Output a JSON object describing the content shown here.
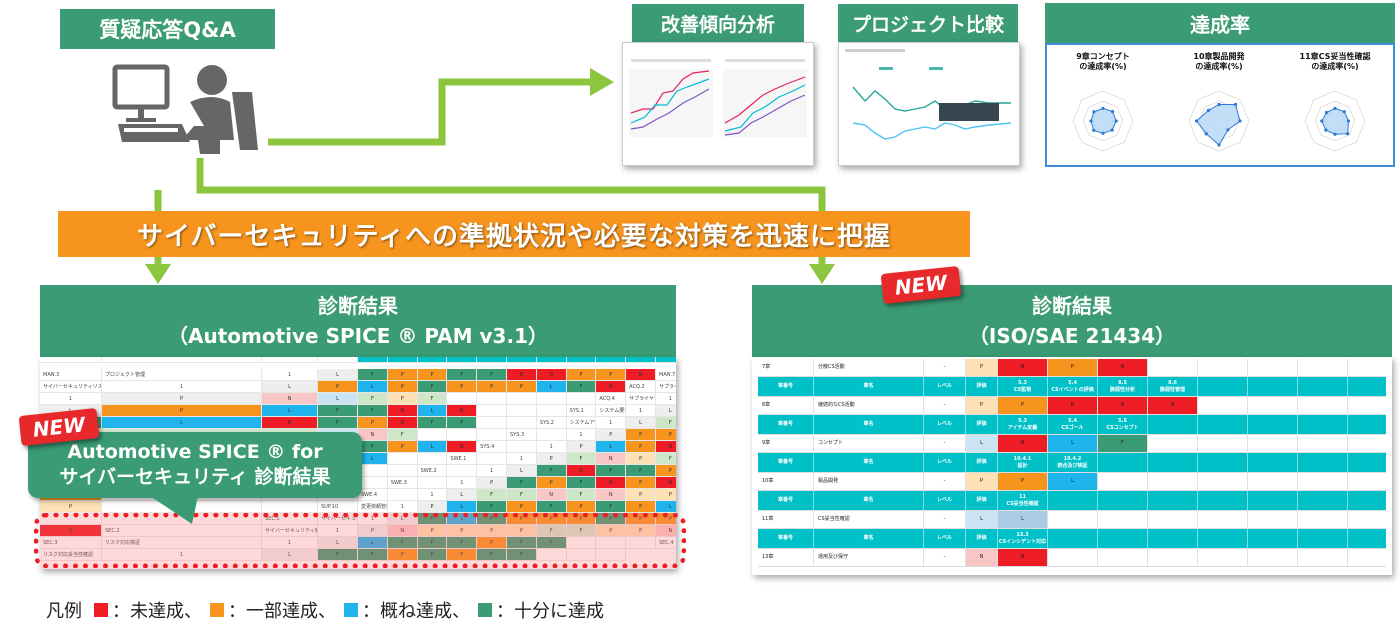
{
  "qa_label": "質疑応答Q&A",
  "headline": "サイバーセキュリティへの準拠状況や必要な対策を迅速に把握",
  "panels": {
    "trend": {
      "title": "改善傾向分析"
    },
    "compare": {
      "title": "プロジェクト比較"
    },
    "rate": {
      "title": "達成率",
      "radars": [
        {
          "title": "9章コンセプト\nの達成率(%)",
          "values": [
            42,
            45,
            44,
            43,
            41,
            44,
            40,
            43
          ]
        },
        {
          "title": "10章製品開発\nの達成率(%)",
          "values": [
            55,
            78,
            70,
            42,
            80,
            60,
            75,
            50
          ]
        },
        {
          "title": "11章CS妥当性確認\nの達成率(%)",
          "values": [
            42,
            44,
            45,
            60,
            44,
            43,
            44,
            40
          ]
        }
      ]
    }
  },
  "spice": {
    "title_line1": "診断結果",
    "title_line2": "（Automotive SPICE ® PAM v3.1）",
    "callout_line1": "Automotive SPICE ® for",
    "callout_line2": "サイバーセキュリティ 診断結果",
    "rows": [
      [
        "MAN.3",
        "プロジェクト管理",
        "L",
        "F",
        "P",
        "P",
        "F",
        "F",
        "N",
        "N",
        "P",
        "P",
        "N"
      ],
      [
        "MAN.7",
        "サイバーセキュリティリスク管理",
        "L",
        "P",
        "L",
        "P",
        "F",
        "P",
        "P",
        "P",
        "L",
        "F",
        "N"
      ],
      [
        "ACQ.2",
        "サプライヤー依頼及び選定",
        "P",
        "N",
        "L",
        "F",
        "P",
        "F",
        "",
        "",
        "",
        "",
        ""
      ],
      [
        "ACQ.4",
        "サプライヤー管理",
        "L",
        "P",
        "L",
        "F",
        "F",
        "N",
        "L",
        "N",
        "",
        "",
        ""
      ],
      [
        "SYS.1",
        "システム要件分析",
        "L",
        "F",
        "L",
        "N",
        "F",
        "P",
        "N",
        "F",
        "F",
        "",
        ""
      ],
      [
        "SYS.2",
        "システムアーキテクチャ設計",
        "L",
        "F",
        "P",
        "F",
        "F",
        "L",
        "N",
        "F",
        "",
        "",
        ""
      ],
      [
        "SYS.3",
        "",
        "P",
        "P",
        "P",
        "P",
        "N",
        "N",
        "P",
        "F",
        "P",
        "L",
        "N"
      ],
      [
        "SYS.4",
        "",
        "P",
        "L",
        "P",
        "N",
        "F",
        "F",
        "P",
        "P",
        "L",
        "",
        ""
      ],
      [
        "SWE.1",
        "",
        "P",
        "F",
        "N",
        "P",
        "F",
        "N",
        "F",
        "F",
        "",
        "",
        ""
      ],
      [
        "SWE.2",
        "",
        "L",
        "F",
        "N",
        "F",
        "F",
        "P",
        "N",
        "N",
        "P",
        "",
        ""
      ],
      [
        "SWE.3",
        "",
        "P",
        "F",
        "P",
        "F",
        "N",
        "P",
        "N",
        "P",
        "",
        "",
        ""
      ],
      [
        "SWE.4",
        "",
        "L",
        "F",
        "F",
        "N",
        "F",
        "N",
        "P",
        "P",
        "P",
        "",
        ""
      ],
      [
        "SUP.10",
        "変更依頼管理",
        "P",
        "L",
        "F",
        "P",
        "F",
        "P",
        "F",
        "P",
        "L",
        "",
        ""
      ],
      [
        "SEC.1",
        "サイバーセキュリティ要件抽出",
        "L",
        "F",
        "L",
        "F",
        "P",
        "P",
        "P",
        "F",
        "P",
        "P",
        "N"
      ],
      [
        "SEC.2",
        "サイバーセキュリティ実装",
        "P",
        "N",
        "P",
        "P",
        "P",
        "P",
        "F",
        "F",
        "P",
        "P",
        "N"
      ],
      [
        "SEC.3",
        "リスク対応検証",
        "L",
        "L",
        "F",
        "F",
        "F",
        "P",
        "F",
        "F",
        "",
        "",
        ""
      ],
      [
        "SEC.4",
        "リスク対応妥当性確認",
        "L",
        "F",
        "F",
        "P",
        "F",
        "P",
        "F",
        "F",
        "",
        "",
        ""
      ]
    ]
  },
  "iso": {
    "title_line1": "診断結果",
    "title_line2": "（ISO/SAE 21434）",
    "col_no": "章番号",
    "col_name": "章名",
    "col_level": "レベル",
    "col_eval": "評価",
    "sections": [
      {
        "no": "7章",
        "name": "分散CS活動",
        "level": "-",
        "eval": "P",
        "cells": [
          {
            "c": "N",
            "t": "N"
          },
          {
            "c": "P",
            "t": "P"
          },
          {
            "c": "N",
            "t": "N"
          }
        ],
        "header": [
          "5.3\nCS監視",
          "5.4\nCSイベントの評価",
          "8.5\n脆弱性分析",
          "8.6\n脆弱性管理"
        ]
      },
      {
        "no": "8章",
        "name": "継続的なCS活動",
        "level": "-",
        "eval": "P",
        "cells": [
          {
            "c": "P",
            "t": "P"
          },
          {
            "c": "N",
            "t": "N"
          },
          {
            "c": "N",
            "t": "N"
          },
          {
            "c": "N",
            "t": "N"
          }
        ],
        "header": [
          "5.3\nアイテム定義",
          "5.4\nCSゴール",
          "5.5\nCSコンセプト"
        ]
      },
      {
        "no": "9章",
        "name": "コンセプト",
        "level": "-",
        "eval": "L",
        "cells": [
          {
            "c": "N",
            "t": "N"
          },
          {
            "c": "L",
            "t": "L"
          },
          {
            "c": "F",
            "t": "F"
          }
        ],
        "header": [
          "10.4.1\n設計",
          "10.4.2\n統合及び検証"
        ]
      },
      {
        "no": "10章",
        "name": "製品開発",
        "level": "-",
        "eval": "P",
        "cells": [
          {
            "c": "P",
            "t": "P"
          },
          {
            "c": "L",
            "t": "L"
          }
        ],
        "header": [
          "11\nCS妥当性確認"
        ]
      },
      {
        "no": "11章",
        "name": "CS妥当性確認",
        "level": "-",
        "eval": "L",
        "cells": [
          {
            "c": "S",
            "t": "L"
          }
        ],
        "header": [
          "13.3\nCSインシデント対応"
        ]
      },
      {
        "no": "13章",
        "name": "運用及び保守",
        "level": "-",
        "eval": "N",
        "cells": [
          {
            "c": "N",
            "t": "N"
          }
        ],
        "header": []
      }
    ]
  },
  "legend": {
    "prefix": "凡例",
    "items": [
      {
        "color": "#ee1c25",
        "label": "：未達成、"
      },
      {
        "color": "#f7941d",
        "label": "：一部達成、"
      },
      {
        "color": "#1fb5ec",
        "label": "：概ね達成、"
      },
      {
        "color": "#3c9b72",
        "label": "：十分に達成"
      }
    ]
  },
  "new_badge": "NEW",
  "colors": {
    "green": "#3a9b74",
    "arrow": "#8cc63f",
    "orange": "#f7941d",
    "red": "#ee1c25",
    "blue": "#1fb5ec",
    "teal": "#00c0c8"
  }
}
